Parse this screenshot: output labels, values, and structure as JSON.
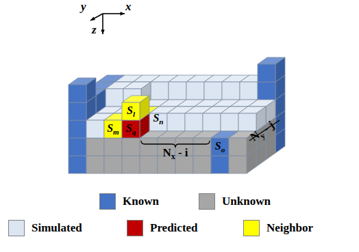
{
  "diagram": {
    "nodes": [
      {
        "text": [
          "Sl"
        ]
      },
      {
        "text": [
          "Sm"
        ]
      },
      {
        "text": [
          "Sq"
        ]
      },
      {
        "text": [
          "Sn"
        ]
      },
      {
        "text": [
          "So"
        ]
      }
    ],
    "labels": [
      "y",
      "x",
      "z",
      "Nx - i",
      "Ny - j"
    ],
    "legend": [
      {
        "text": "Known",
        "color": "#4472c4"
      },
      {
        "text": "Unknown",
        "color": "#a6a6a6"
      },
      {
        "text": "Simulated",
        "color": "#dce6f2"
      },
      {
        "text": "Predicted",
        "color": "#c00000"
      },
      {
        "text": "Neighbor",
        "color": "#ffff00"
      }
    ]
  }
}
